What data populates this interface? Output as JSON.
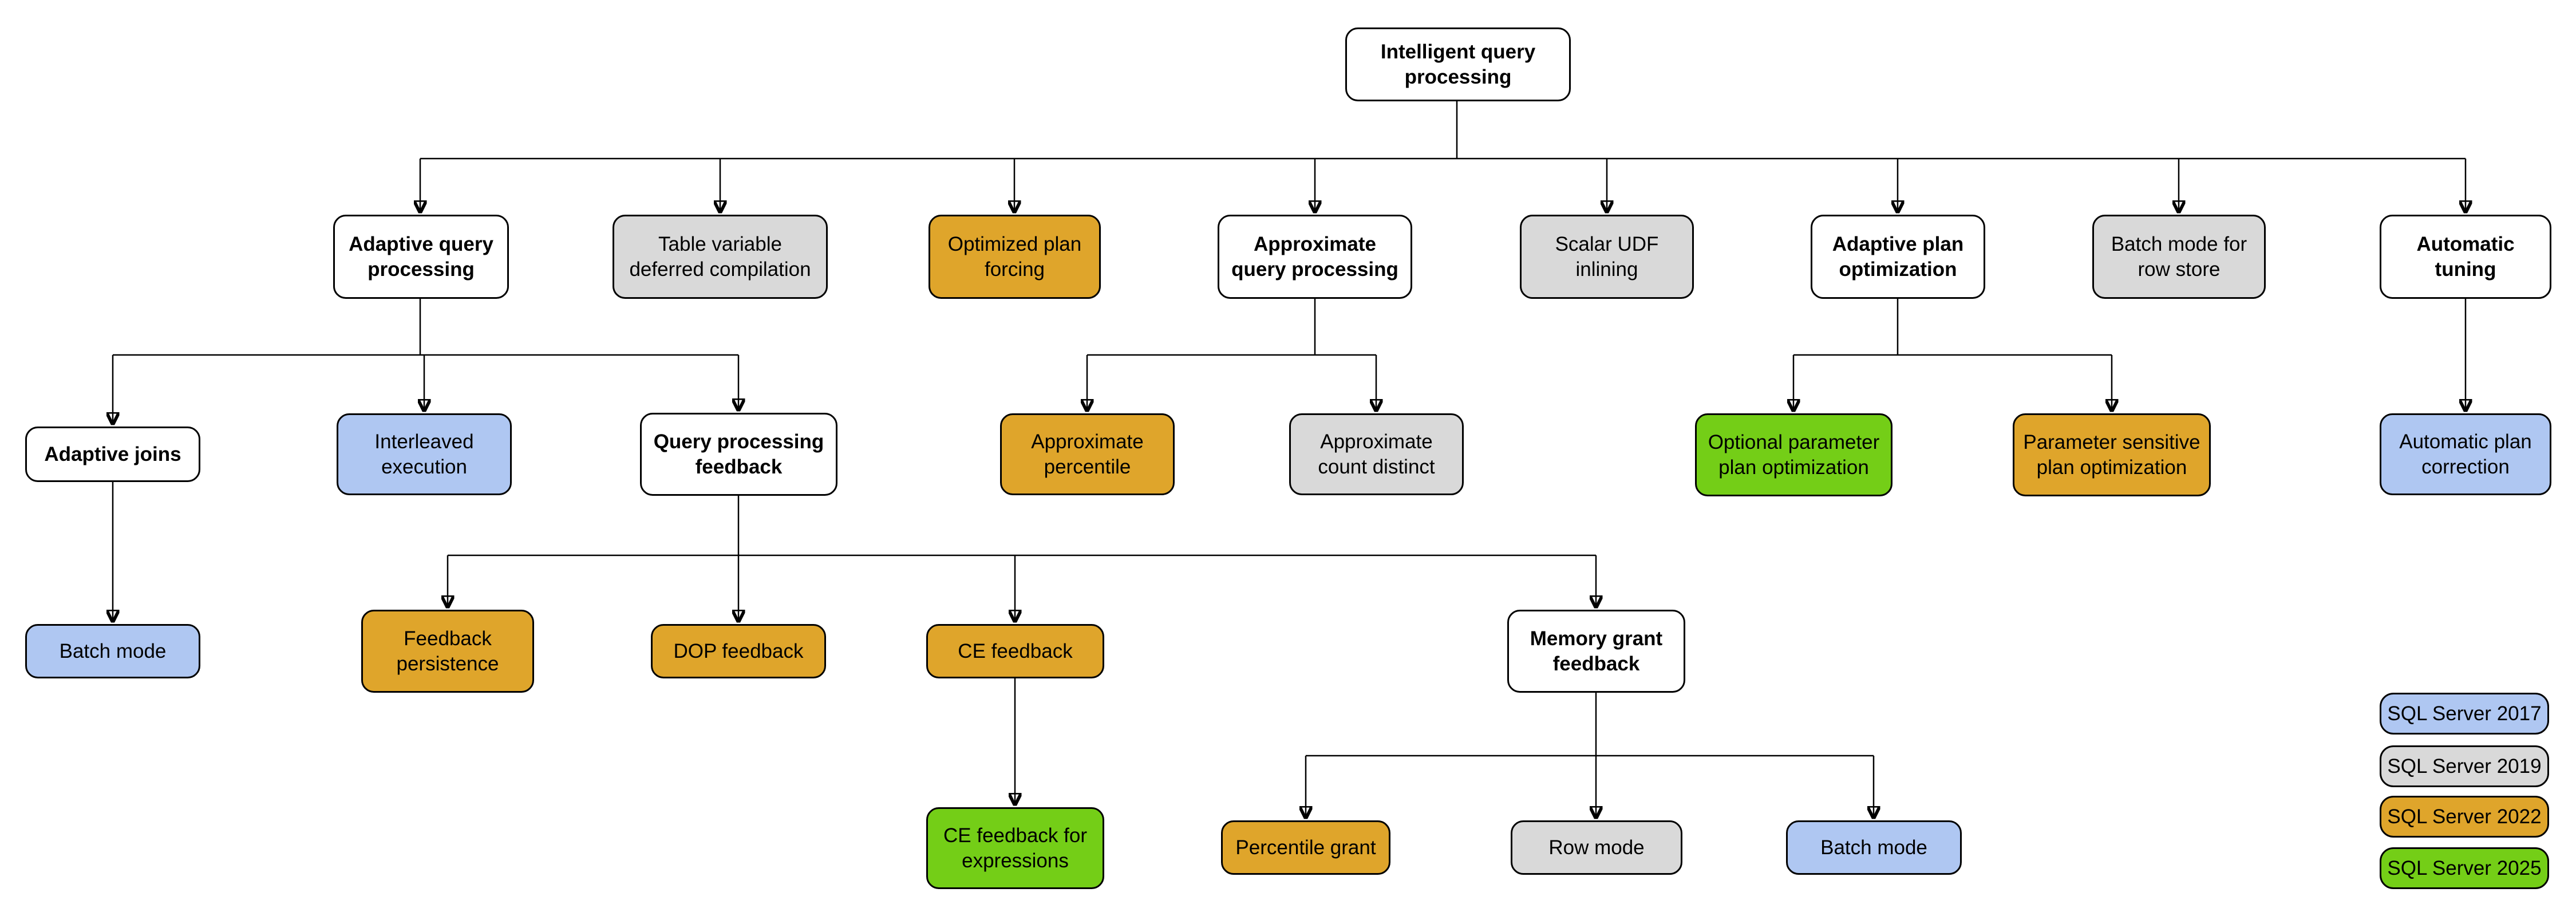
{
  "diagram": {
    "nodes": [
      {
        "id": "intelligent-query-processing",
        "label": "Intelligent query processing",
        "type": "parent",
        "version": null,
        "children": [
          "adaptive-query-processing",
          "table-variable-deferred-compilation",
          "optimized-plan-forcing",
          "approximate-query-processing",
          "scalar-udf-inlining",
          "adaptive-plan-optimization",
          "batch-mode-for-row-store",
          "automatic-tuning"
        ]
      },
      {
        "id": "adaptive-query-processing",
        "label": "Adaptive query processing",
        "type": "parent",
        "version": null,
        "children": [
          "adaptive-joins",
          "interleaved-execution",
          "query-processing-feedback"
        ]
      },
      {
        "id": "table-variable-deferred-compilation",
        "label": "Table variable deferred compilation",
        "type": "feature",
        "version": "2019",
        "children": []
      },
      {
        "id": "optimized-plan-forcing",
        "label": "Optimized plan forcing",
        "type": "feature",
        "version": "2022",
        "children": []
      },
      {
        "id": "approximate-query-processing",
        "label": "Approximate query processing",
        "type": "parent",
        "version": null,
        "children": [
          "approximate-percentile",
          "approximate-count-distinct"
        ]
      },
      {
        "id": "scalar-udf-inlining",
        "label": "Scalar UDF inlining",
        "type": "feature",
        "version": "2019",
        "children": []
      },
      {
        "id": "adaptive-plan-optimization",
        "label": "Adaptive plan optimization",
        "type": "parent",
        "version": null,
        "children": [
          "optional-parameter-plan-optimization",
          "parameter-sensitive-plan-optimization"
        ]
      },
      {
        "id": "batch-mode-for-row-store",
        "label": "Batch mode for row store",
        "type": "feature",
        "version": "2019",
        "children": []
      },
      {
        "id": "automatic-tuning",
        "label": "Automatic tuning",
        "type": "parent",
        "version": null,
        "children": [
          "automatic-plan-correction"
        ]
      },
      {
        "id": "adaptive-joins",
        "label": "Adaptive joins",
        "type": "parent",
        "version": null,
        "children": [
          "batch-mode-adaptive-joins"
        ]
      },
      {
        "id": "interleaved-execution",
        "label": "Interleaved execution",
        "type": "feature",
        "version": "2017",
        "children": []
      },
      {
        "id": "query-processing-feedback",
        "label": "Query processing feedback",
        "type": "parent",
        "version": null,
        "children": [
          "feedback-persistence",
          "dop-feedback",
          "ce-feedback",
          "memory-grant-feedback"
        ]
      },
      {
        "id": "approximate-percentile",
        "label": "Approximate percentile",
        "type": "feature",
        "version": "2022",
        "children": []
      },
      {
        "id": "approximate-count-distinct",
        "label": "Approximate count distinct",
        "type": "feature",
        "version": "2019",
        "children": []
      },
      {
        "id": "optional-parameter-plan-optimization",
        "label": "Optional parameter plan optimization",
        "type": "feature",
        "version": "2025",
        "children": []
      },
      {
        "id": "parameter-sensitive-plan-optimization",
        "label": "Parameter sensitive plan optimization",
        "type": "feature",
        "version": "2022",
        "children": []
      },
      {
        "id": "automatic-plan-correction",
        "label": "Automatic plan correction",
        "type": "feature",
        "version": "2017",
        "children": []
      },
      {
        "id": "batch-mode-adaptive-joins",
        "label": "Batch mode",
        "type": "feature",
        "version": "2017",
        "children": []
      },
      {
        "id": "feedback-persistence",
        "label": "Feedback persistence",
        "type": "feature",
        "version": "2022",
        "children": []
      },
      {
        "id": "dop-feedback",
        "label": "DOP feedback",
        "type": "feature",
        "version": "2022",
        "children": []
      },
      {
        "id": "ce-feedback",
        "label": "CE feedback",
        "type": "feature",
        "version": "2022",
        "children": [
          "ce-feedback-for-expressions"
        ]
      },
      {
        "id": "memory-grant-feedback",
        "label": "Memory grant feedback",
        "type": "parent",
        "version": null,
        "children": [
          "percentile-grant",
          "row-mode",
          "batch-mode-memory-grant"
        ]
      },
      {
        "id": "ce-feedback-for-expressions",
        "label": "CE feedback for expressions",
        "type": "feature",
        "version": "2025",
        "children": []
      },
      {
        "id": "percentile-grant",
        "label": "Percentile grant",
        "type": "feature",
        "version": "2022",
        "children": []
      },
      {
        "id": "row-mode",
        "label": "Row mode",
        "type": "feature",
        "version": "2019",
        "children": []
      },
      {
        "id": "batch-mode-memory-grant",
        "label": "Batch mode",
        "type": "feature",
        "version": "2017",
        "children": []
      }
    ],
    "legend": [
      {
        "label": "SQL Server 2017",
        "color": "#AFC7F2"
      },
      {
        "label": "SQL Server 2019",
        "color": "#D9D9D9"
      },
      {
        "label": "SQL Server 2022",
        "color": "#DFA52B"
      },
      {
        "label": "SQL Server 2025",
        "color": "#74CE17"
      }
    ],
    "colors": {
      "parent_fill": "#FFFFFF",
      "border": "#000000",
      "background": "#FFFFFF",
      "line": "#000000"
    }
  }
}
